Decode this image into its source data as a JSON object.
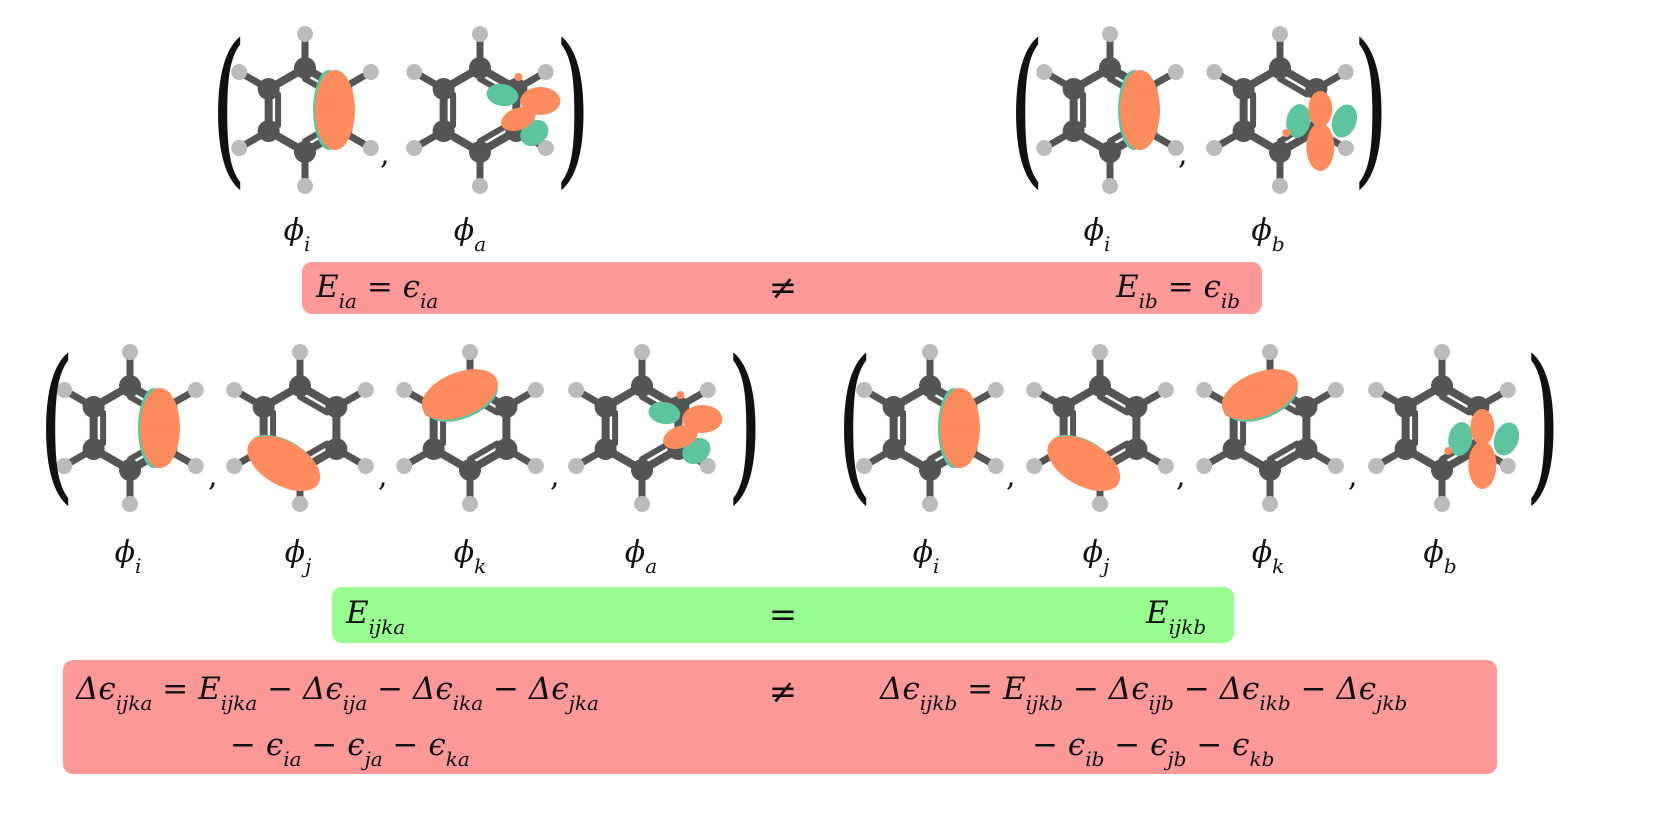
{
  "colors": {
    "atom_carbon": "#555555",
    "atom_hydrogen": "#bbbbbb",
    "bond": "#555555",
    "orbital_positive": "#ff8c5e",
    "orbital_negative": "#5ec4a0",
    "box_unequal": "#ff9999",
    "box_equal": "#98fe91"
  },
  "icons": [
    "benzene-molecule-icon",
    "orbital-lobe-icon"
  ],
  "top_left_group": {
    "labels": [
      {
        "sym": "ϕ",
        "sub": "i"
      },
      {
        "sym": "ϕ",
        "sub": "a"
      }
    ],
    "comma": ","
  },
  "top_right_group": {
    "labels": [
      {
        "sym": "ϕ",
        "sub": "i"
      },
      {
        "sym": "ϕ",
        "sub": "b"
      }
    ],
    "comma": ","
  },
  "row1_box": {
    "left_E": "E",
    "left_E_sub": "ia",
    "left_eq": " = ",
    "left_eps": "ϵ",
    "left_eps_sub": "ia",
    "relation": "≠",
    "right_E": "E",
    "right_E_sub": "ib",
    "right_eq": " = ",
    "right_eps": "ϵ",
    "right_eps_sub": "ib"
  },
  "bottom_left_group": {
    "labels": [
      {
        "sym": "ϕ",
        "sub": "i"
      },
      {
        "sym": "ϕ",
        "sub": "j"
      },
      {
        "sym": "ϕ",
        "sub": "k"
      },
      {
        "sym": "ϕ",
        "sub": "a"
      }
    ],
    "comma": ","
  },
  "bottom_right_group": {
    "labels": [
      {
        "sym": "ϕ",
        "sub": "i"
      },
      {
        "sym": "ϕ",
        "sub": "j"
      },
      {
        "sym": "ϕ",
        "sub": "k"
      },
      {
        "sym": "ϕ",
        "sub": "b"
      }
    ],
    "comma": ","
  },
  "row2_box": {
    "left_E": "E",
    "left_sub": "ijka",
    "relation": "=",
    "right_E": "E",
    "right_sub": "ijkb"
  },
  "row3_box": {
    "relation": "≠",
    "left_line1": [
      {
        "t": "Δϵ"
      },
      {
        "s": "ijka"
      },
      {
        "t": " = E"
      },
      {
        "s": "ijka"
      },
      {
        "t": " − Δϵ"
      },
      {
        "s": "ija"
      },
      {
        "t": " − Δϵ"
      },
      {
        "s": "ika"
      },
      {
        "t": " − Δϵ"
      },
      {
        "s": "jka"
      }
    ],
    "left_line2": [
      {
        "t": "− ϵ"
      },
      {
        "s": "ia"
      },
      {
        "t": " − ϵ"
      },
      {
        "s": "ja"
      },
      {
        "t": " − ϵ"
      },
      {
        "s": "ka"
      }
    ],
    "right_line1": [
      {
        "t": "Δϵ"
      },
      {
        "s": "ijkb"
      },
      {
        "t": " = E"
      },
      {
        "s": "ijkb"
      },
      {
        "t": " − Δϵ"
      },
      {
        "s": "ijb"
      },
      {
        "t": " − Δϵ"
      },
      {
        "s": "ikb"
      },
      {
        "t": " − Δϵ"
      },
      {
        "s": "jkb"
      }
    ],
    "right_line2": [
      {
        "t": "− ϵ"
      },
      {
        "s": "ib"
      },
      {
        "t": " − ϵ"
      },
      {
        "s": "jb"
      },
      {
        "t": " − ϵ"
      },
      {
        "s": "kb"
      }
    ]
  }
}
